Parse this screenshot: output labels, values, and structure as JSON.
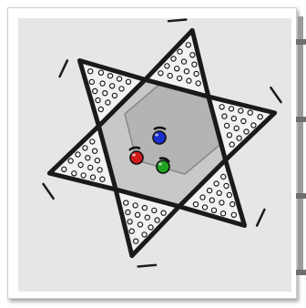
{
  "game": {
    "board_type": "chinese-checkers-star",
    "colors": {
      "frame_bg": "#e6e6e6",
      "star_fill": "#c8c8c8",
      "hex_fill": "#b4b4b4",
      "outline": "#1a1a1a",
      "triangle_fill": "#f2f2f2",
      "hole": "#1a1a1a"
    },
    "pieces": [
      {
        "color": "red",
        "hex": "#d11b1b"
      },
      {
        "color": "blue",
        "hex": "#1b2fd1"
      },
      {
        "color": "green",
        "hex": "#1fa31f"
      }
    ]
  }
}
